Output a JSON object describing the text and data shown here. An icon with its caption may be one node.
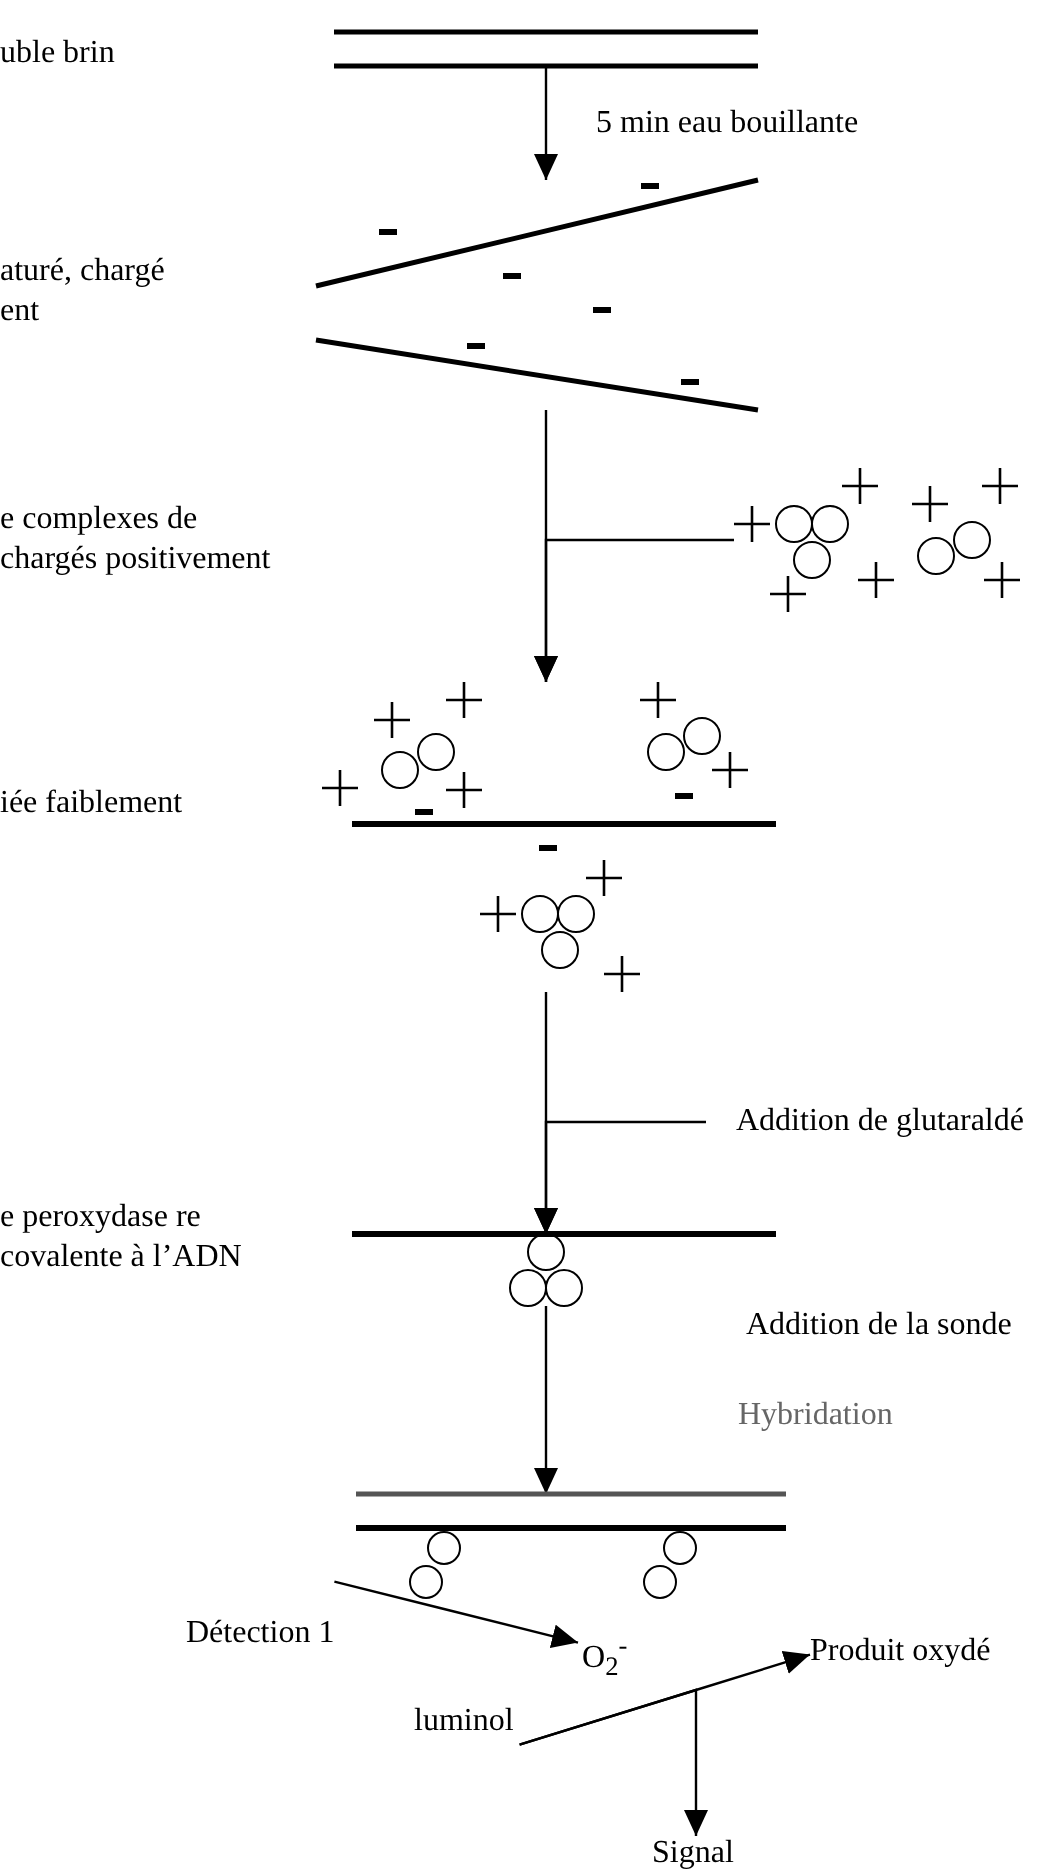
{
  "diagram": {
    "nodes": [
      {
        "text": [],
        "shape": "bar"
      },
      {
        "text": [],
        "shape": "bar"
      },
      {
        "text": [],
        "shape": "circle"
      },
      {
        "text": [],
        "shape": "bar"
      },
      {
        "text": [
          "Addition de glutaraldé"
        ]
      },
      {
        "text": [],
        "shape": "bar"
      },
      {
        "text": [],
        "shape": "bar"
      },
      {
        "text": [
          "Détection 1"
        ]
      },
      {
        "text": [
          "O$_{2}$$^{-}$"
        ]
      },
      {
        "text": [
          "luminol"
        ]
      },
      {
        "text": [
          "Produit oxydé"
        ]
      },
      {
        "text": [
          "Signal"
        ]
      }
    ],
    "edges": [
      {
        "from": 0,
        "to": 1,
        "arrow": "to"
      },
      {
        "from": 1,
        "to": 3,
        "arrow": "to"
      },
      {
        "from": 2,
        "to": 3,
        "arrow": "to"
      },
      {
        "from": 3,
        "to": 5,
        "arrow": "to"
      },
      {
        "from": 4,
        "to": 5,
        "arrow": "to"
      },
      {
        "from": 5,
        "to": 6,
        "arrow": "to"
      },
      {
        "from": 7,
        "to": 8,
        "arrow": "to"
      },
      {
        "from": 9,
        "to": 10,
        "arrow": "to"
      },
      {
        "from": 9,
        "to": 11,
        "arrow": "to"
      }
    ],
    "labels": [
      "uble brin",
      "5 min eau bouillante",
      "aturé, chargé ent",
      "e complexes de chargés positivement",
      "iée faiblement",
      "e peroxydase re covalente à l’ADN",
      "Addition de la sonde",
      "Hybridation"
    ]
  }
}
